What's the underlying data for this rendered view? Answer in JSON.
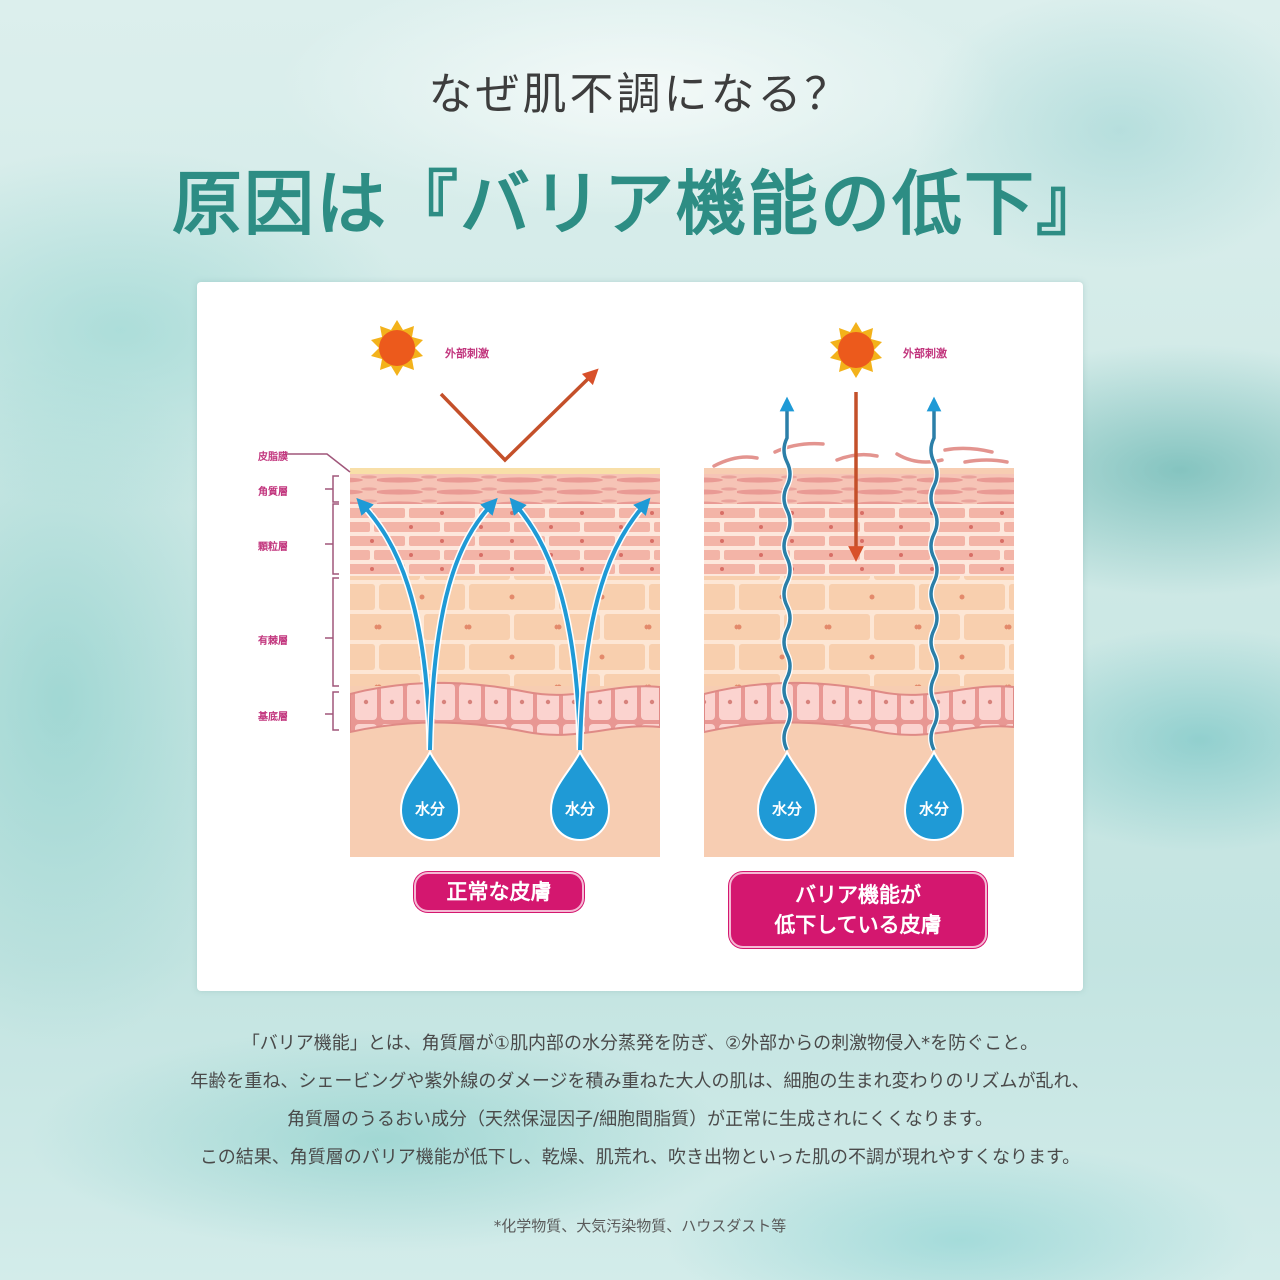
{
  "header": {
    "subtitle": "なぜ肌不調になる？",
    "headline": "原因は『バリア機能の低下』"
  },
  "diagram": {
    "layer_labels": [
      "皮脂膜",
      "角質層",
      "顆粒層",
      "有棘層",
      "基底層"
    ],
    "external_stimulus_label": "外部刺激",
    "moisture_label": "水分",
    "panels": [
      {
        "id": "normal",
        "caption": "正常な皮膚",
        "caption_lines": [
          "正常な皮膚"
        ]
      },
      {
        "id": "damaged",
        "caption": "バリア機能が低下している皮膚",
        "caption_lines": [
          "バリア機能が",
          "低下している皮膚"
        ]
      }
    ],
    "colors": {
      "accent_pink": "#d4176f",
      "label_pink": "#c2367e",
      "moisture_blue": "#1f9ad6",
      "stimulus_arrow": "#c4502a",
      "sun_core": "#ec5a1c",
      "sun_rays": "#f3b21b",
      "headline_teal": "#2d8d84"
    }
  },
  "explanation": {
    "lines": [
      "「バリア機能」とは、角質層が①肌内部の水分蒸発を防ぎ、②外部からの刺激物侵入*を防ぐこと。",
      "年齢を重ね、シェービングや紫外線のダメージを積み重ねた大人の肌は、細胞の生まれ変わりのリズムが乱れ、",
      "角質層のうるおい成分（天然保湿因子/細胞間脂質）が正常に生成されにくくなります。",
      "この結果、角質層のバリア機能が低下し、乾燥、肌荒れ、吹き出物といった肌の不調が現れやすくなります。"
    ],
    "footnote": "*化学物質、大気汚染物質、ハウスダスト等"
  }
}
